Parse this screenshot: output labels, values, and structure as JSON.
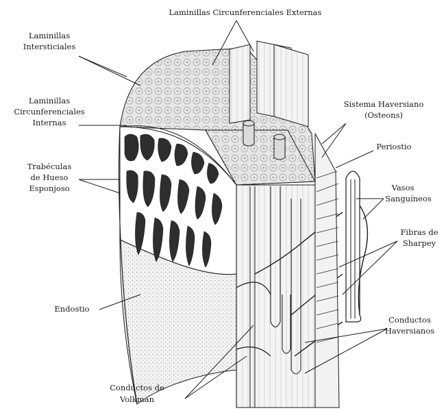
{
  "labels": {
    "laminillas_ext": "Laminillas Circunferenciales Externas",
    "laminillas_inter_1": "Laminillas",
    "laminillas_inter_2": "Intersticiales",
    "laminillas_int_1": "Laminillas",
    "laminillas_int_2": "Circunferenciales",
    "laminillas_int_3": "Internas",
    "trabeculas_1": "Trabéculas",
    "trabeculas_2": "de Hueso",
    "trabeculas_3": "Esponjoso",
    "endostio": "Endostio",
    "volkman_1": "Conductos de",
    "volkman_2": "Volkman",
    "haversiano_1": "Sistema Haversiano",
    "haversiano_2": "(Osteons)",
    "periostio": "Periostio",
    "vasos_1": "Vasos",
    "vasos_2": "Sanguíneos",
    "sharpey_1": "Fibras de",
    "sharpey_2": "Sharpey",
    "conductos_hav_1": "Conductos",
    "conductos_hav_2": "Haversianos"
  },
  "colors": {
    "ink": "#1a1a1a",
    "paper": "#ffffff",
    "shade_light": "#e9e9e9",
    "shade_mid": "#cfcfcf",
    "shade_dark": "#5a5a5a"
  }
}
